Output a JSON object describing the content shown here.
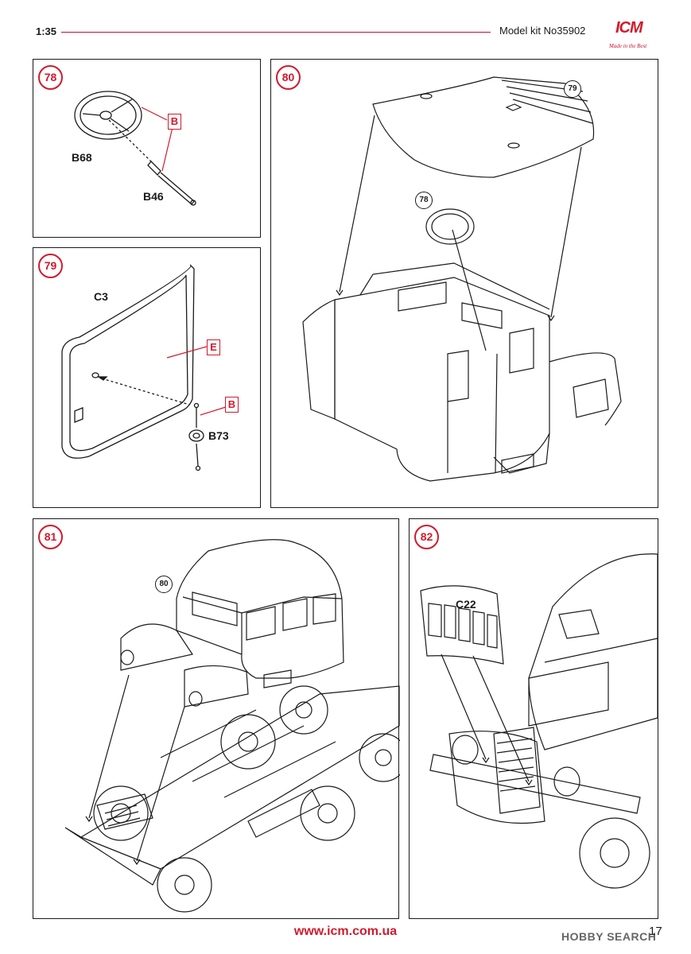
{
  "header": {
    "scale": "1:35",
    "kit": "Model kit No35902",
    "logo_text": "ICM",
    "logo_tagline": "Made in the Best"
  },
  "steps": [
    {
      "number": "78",
      "parts": [
        "B68",
        "B46"
      ],
      "refs": [
        "B"
      ]
    },
    {
      "number": "79",
      "parts": [
        "C3",
        "B73"
      ],
      "refs": [
        "E",
        "B"
      ]
    },
    {
      "number": "80",
      "subassemblies": [
        "79",
        "78"
      ]
    },
    {
      "number": "81",
      "subassemblies": [
        "80"
      ]
    },
    {
      "number": "82",
      "parts": [
        "C22"
      ]
    }
  ],
  "footer": {
    "url": "www.icm.com.ua",
    "page": "17",
    "watermark": "HOBBY SEARCH"
  },
  "colors": {
    "accent": "#d01b2d",
    "line": "#1a1a1a"
  }
}
